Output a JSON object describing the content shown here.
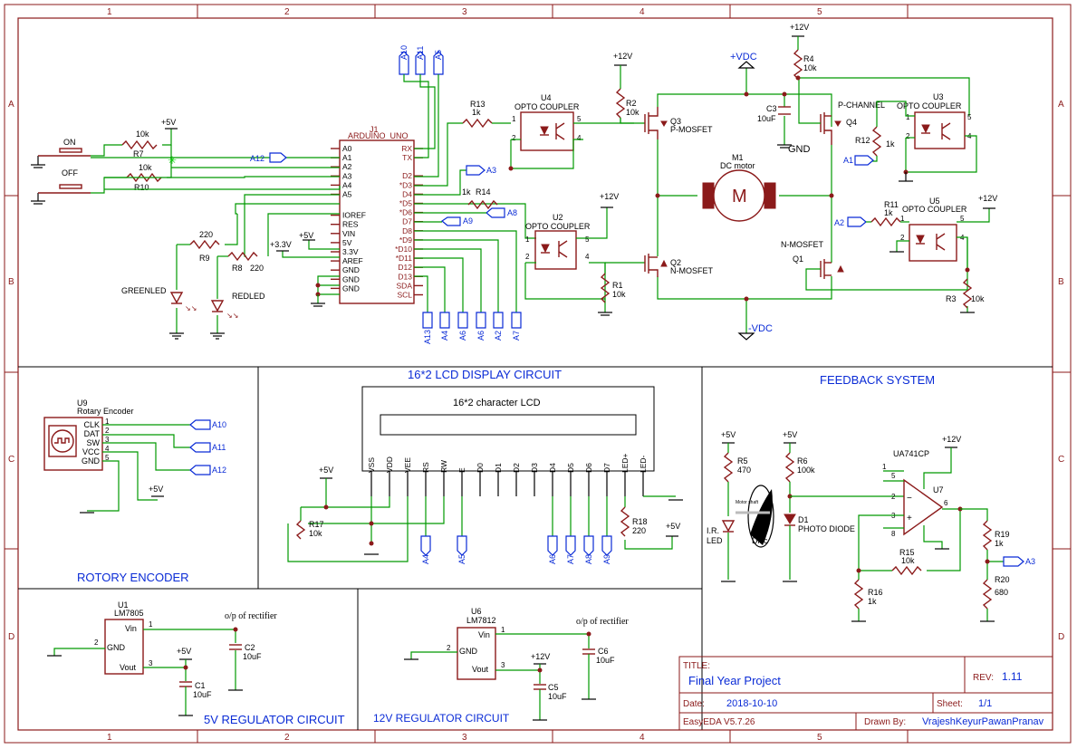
{
  "frame": {
    "col_labels": [
      "1",
      "2",
      "3",
      "4",
      "5"
    ],
    "row_labels": [
      "A",
      "B",
      "C",
      "D"
    ]
  },
  "title_block": {
    "title_label": "TITLE:",
    "title": "Final Year Project",
    "rev_label": "REV:",
    "rev": "1.11",
    "date_label": "Date:",
    "date": "2018-10-10",
    "sheet_label": "Sheet:",
    "sheet": "1/1",
    "tool": "EasyEDA V5.7.26",
    "drawn_label": "Drawn By:",
    "drawn": "VrajeshKeyurPawanPranav"
  },
  "sections": {
    "lcd": "16*2 LCD DISPLAY CIRCUIT",
    "feedback": "FEEDBACK SYSTEM",
    "rotary": "ROTORY ENCODER",
    "reg5": "5V REGULATOR CIRCUIT",
    "reg12": "12V REGULATOR CIRCUIT"
  },
  "arduino": {
    "ref": "J1",
    "name": "ARDUINO_UNO",
    "left_pins": [
      "A0",
      "A1",
      "A2",
      "A3",
      "A4",
      "A5",
      "IOREF",
      "RES",
      "VIN",
      "5V",
      "3.3V",
      "AREF",
      "GND",
      "GND",
      "GND"
    ],
    "right_pins": [
      "RX",
      "TX",
      "D2",
      "*D3",
      "D4",
      "*D5",
      "*D6",
      "D7",
      "D8",
      "*D9",
      "*D10",
      "*D11",
      "D12",
      "D13",
      "SDA",
      "SCL"
    ]
  },
  "components": {
    "on_btn": "ON",
    "off_btn": "OFF",
    "r7": "R7",
    "r7v": "10k",
    "r10": "R10",
    "r10v": "10k",
    "r9": "R9",
    "r9v": "220",
    "r8": "R8",
    "r8v": "220",
    "led_g": "GREENLED",
    "led_r": "REDLED",
    "r13": "R13",
    "r13v": "1k",
    "r14": "R14",
    "r14v": "1k",
    "u4": "U4",
    "u2": "U2",
    "u3": "U3",
    "u5": "U5",
    "opto": "OPTO COUPLER",
    "r2": "R2",
    "r2v": "10k",
    "r1": "R1",
    "r1v": "10k",
    "r4": "R4",
    "r4v": "10k",
    "r3": "R3",
    "r3v": "10k",
    "r11": "R11",
    "r11v": "1k",
    "r12": "R12",
    "r12v": "1k",
    "q3": "Q3",
    "q3t": "P-MOSFET",
    "q2": "Q2",
    "q2t": "N-MOSFET",
    "q4": "Q4",
    "q4t": "P-CHANNEL",
    "q1": "Q1",
    "q1t": "N-MOSFET",
    "c3": "C3",
    "c3v": "10uF",
    "m1": "M1",
    "m1t": "DC motor",
    "m": "M",
    "vdcp": "+VDC",
    "vdcn": "-VDC",
    "gnd": "GND",
    "p12": "+12V",
    "p5": "+5V",
    "p33": "+3.3V"
  },
  "nets": {
    "a10": "A10",
    "a11": "A11",
    "a5": "A5",
    "a12": "A12",
    "a3": "A3",
    "a8": "A8",
    "a9": "A9",
    "a1": "A1",
    "a2": "A2",
    "a13": "A13",
    "a4": "A4",
    "a6": "A6",
    "a7": "A7"
  },
  "encoder": {
    "ref": "U9",
    "name": "Rotary Encoder",
    "pins": [
      "CLK",
      "DAT",
      "SW",
      "VCC",
      "GND"
    ],
    "nums": [
      "1",
      "2",
      "3",
      "4",
      "5"
    ]
  },
  "lcd": {
    "title": "16*2 character LCD",
    "pins": [
      "VSS",
      "VDD",
      "VEE",
      "RS",
      "RW",
      "E",
      "D0",
      "D1",
      "D2",
      "D3",
      "D4",
      "D5",
      "D6",
      "D7",
      "LED+",
      "LED-"
    ],
    "r17": "R17",
    "r17v": "10k",
    "r18": "R18",
    "r18v": "220"
  },
  "feedback": {
    "r5": "R5",
    "r5v": "470",
    "r6": "R6",
    "r6v": "100k",
    "led": "I.R.",
    "led2": "LED",
    "disc": "Disc",
    "motor_shaft": "Motor shaft",
    "d1": "D1",
    "d1t": "PHOTO DIODE",
    "op": "UA741CP",
    "u7": "U7",
    "r15": "R15",
    "r15v": "10k",
    "r16": "R16",
    "r16v": "1k",
    "r19": "R19",
    "r19v": "1k",
    "r20": "R20",
    "r20v": "680"
  },
  "reg": {
    "u1": "U1",
    "u1n": "LM7805",
    "u6": "U6",
    "u6n": "LM7812",
    "vin": "Vin",
    "gnd": "GND",
    "vout": "Vout",
    "rect": "o/p of rectifier",
    "c2": "C2",
    "c2v": "10uF",
    "c1": "C1",
    "c1v": "10uF",
    "c6": "C6",
    "c6v": "10uF",
    "c5": "C5",
    "c5v": "10uF"
  }
}
